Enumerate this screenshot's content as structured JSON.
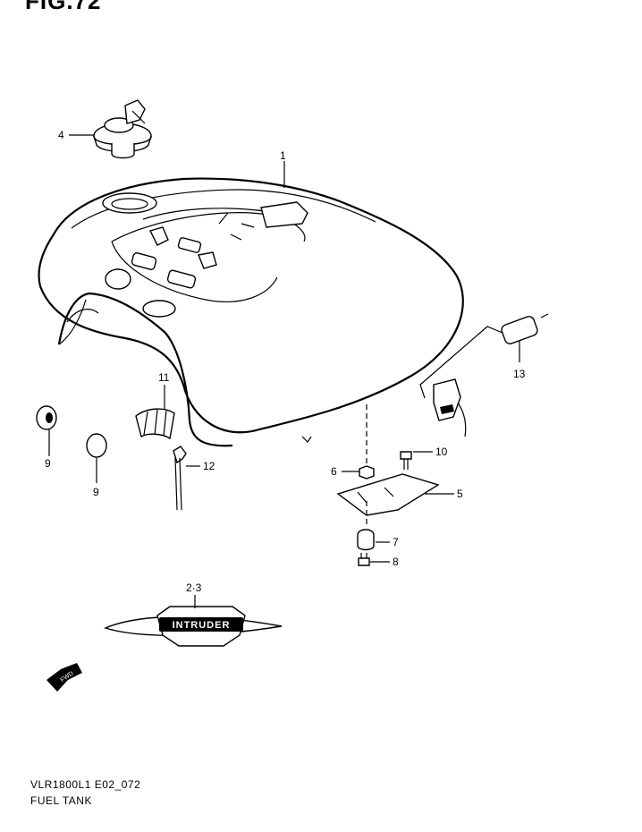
{
  "figure": {
    "title": "FIG.72"
  },
  "callouts": [
    {
      "label": "1"
    },
    {
      "label": "4"
    },
    {
      "label": "11"
    },
    {
      "label": "9"
    },
    {
      "label": "9"
    },
    {
      "label": "12"
    },
    {
      "label": "13"
    },
    {
      "label": "10"
    },
    {
      "label": "6"
    },
    {
      "label": "5"
    },
    {
      "label": "7"
    },
    {
      "label": "8"
    },
    {
      "label": "2·3"
    }
  ],
  "emblem": {
    "text": "INTRUDER"
  },
  "fwd_arrow": {
    "text": "FWD"
  },
  "footer": {
    "code": "VLR1800L1 E02_072",
    "name": "FUEL TANK"
  }
}
